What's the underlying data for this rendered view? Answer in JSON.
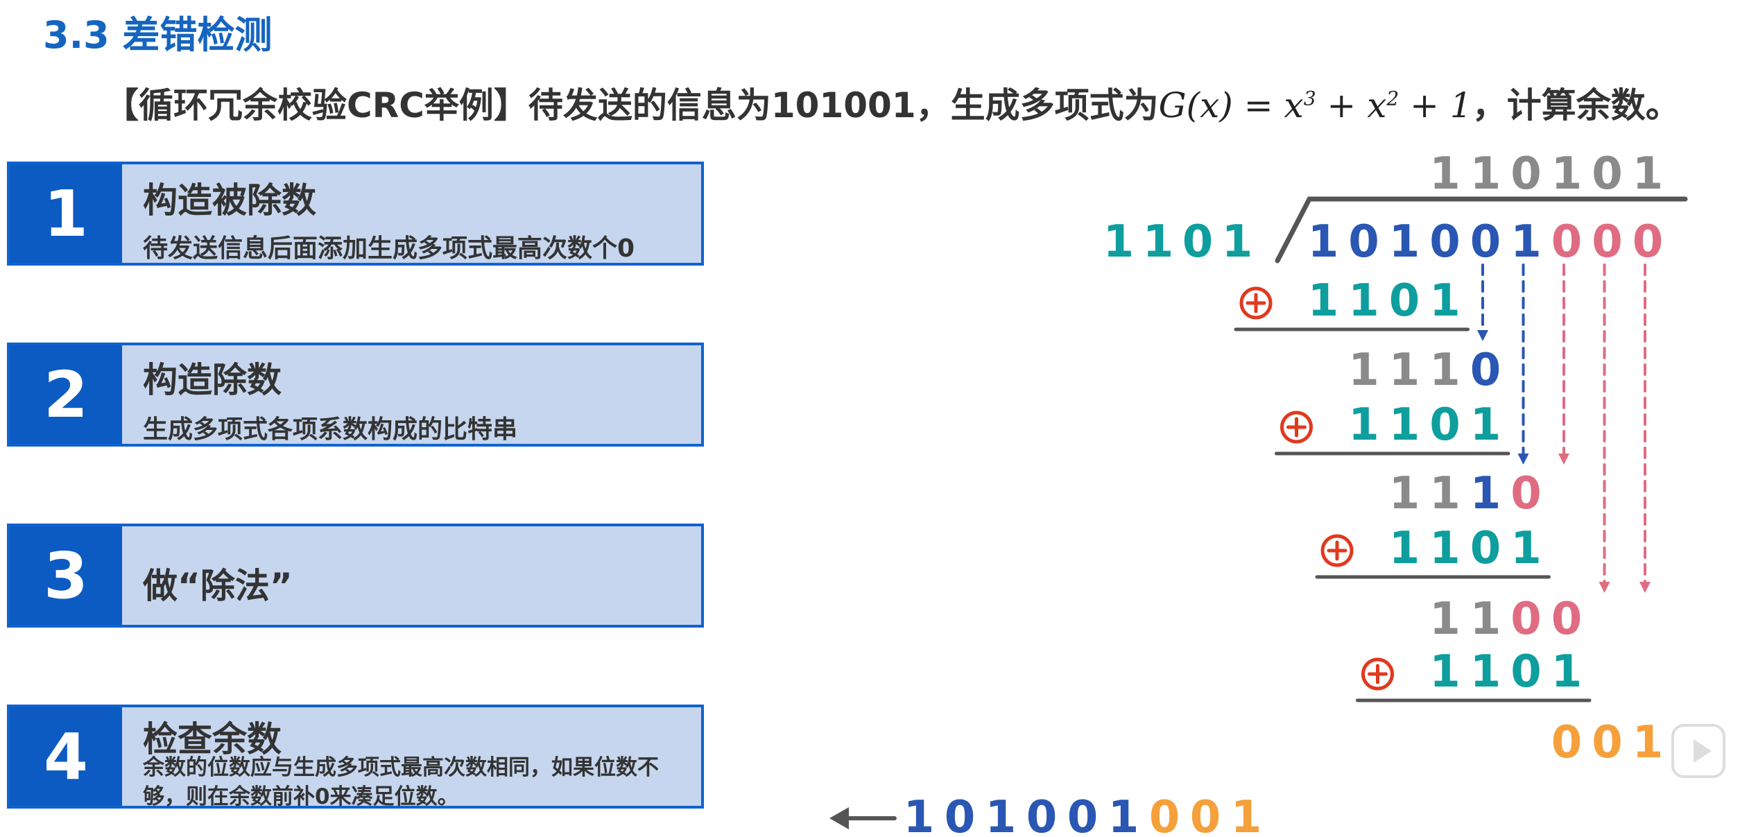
{
  "heading": "3.3 差错检测",
  "problem": {
    "prefix": "【循环冗余校验CRC举例】待发送的信息为101001，生成多项式为",
    "formula": {
      "g": "G(x)",
      "eq": " = ",
      "x1": "x",
      "e1": "3",
      "plus1": " + ",
      "x2": "x",
      "e2": "2",
      "plus2": " + ",
      "one": "1"
    },
    "suffix": "，计算余数。"
  },
  "steps": [
    {
      "num": "1",
      "title": "构造被除数",
      "desc": "待发送信息后面添加生成多项式最高次数个0"
    },
    {
      "num": "2",
      "title": "构造除数",
      "desc": "生成多项式各项系数构成的比特串"
    },
    {
      "num": "3",
      "title": "做“除法”",
      "desc": ""
    },
    {
      "num": "4",
      "title": "检查余数",
      "desc": "余数的位数应与生成多项式最高次数相同，如果位数不够，则在余数前补0来凑足位数。"
    }
  ],
  "division": {
    "quotient": "110101",
    "divisor": "1101",
    "dividend": "101001",
    "padding": "000",
    "rows": [
      {
        "type": "sub",
        "bits": "1101"
      },
      {
        "type": "partial",
        "bits": "1110"
      },
      {
        "type": "sub",
        "bits": "1101"
      },
      {
        "type": "partial",
        "bits": "1110"
      },
      {
        "type": "sub",
        "bits": "1101"
      },
      {
        "type": "partial",
        "bits": "1100"
      },
      {
        "type": "sub",
        "bits": "1101"
      }
    ],
    "remainder": "001",
    "xor_symbol": "⊕",
    "result_bits": "101001001"
  },
  "colors": {
    "gray": "#8a8a8a",
    "teal": "#0e9e9e",
    "blue": "#2a56b4",
    "pink": "#e06c82",
    "orange": "#f5a03a",
    "red": "#e03a1e",
    "heading": "#1565c0",
    "step_dark": "#0b5bc3",
    "step_light": "#c6d6ee"
  }
}
